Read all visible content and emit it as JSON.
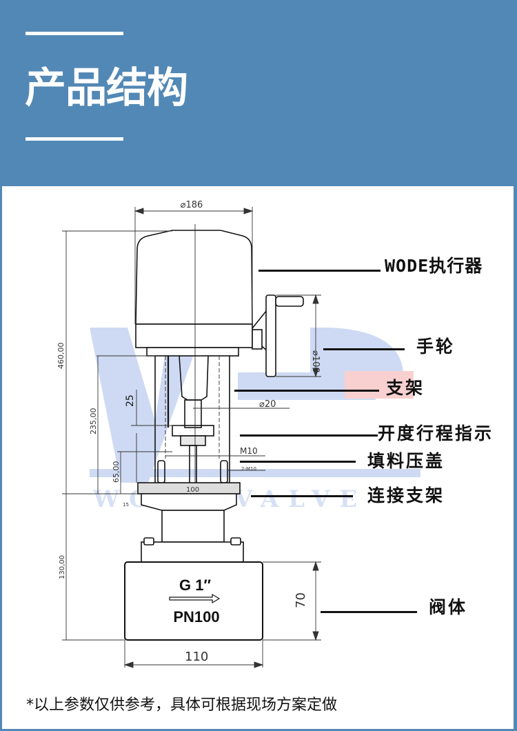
{
  "header": {
    "title": "产品结构",
    "background_color": "#5288b5"
  },
  "drawing": {
    "watermark": {
      "letters": "WD",
      "text": "WODE VALVE",
      "color": "#c9d6f2",
      "accent_color": "#f8cccc"
    },
    "dimensions": {
      "actuator_diameter": "⌀186",
      "handwheel_diameter": "⌀100",
      "stem_diameter": "⌀20",
      "total_height": "460,00",
      "bracket_height": "235,00",
      "stroke": "25",
      "lower_height": "65,00",
      "flange_thickness": "15",
      "thread": "M10",
      "bolts": "2-M10",
      "bolt_spacing": "100",
      "body_height_total": "130,00",
      "body_height": "70",
      "body_width": "110"
    },
    "valve_body": {
      "connection": "G 1″",
      "pressure": "PN100"
    }
  },
  "labels": [
    {
      "id": "actuator",
      "text": "WODE执行器"
    },
    {
      "id": "handwheel",
      "text": "手轮"
    },
    {
      "id": "bracket",
      "text": "支架"
    },
    {
      "id": "stroke-indicator",
      "text": "开度行程指示"
    },
    {
      "id": "packing-gland",
      "text": "填料压盖"
    },
    {
      "id": "connecting-bracket",
      "text": "连接支架"
    },
    {
      "id": "valve-body",
      "text": "阀体"
    }
  ],
  "footer": {
    "note": "*以上参数仅供参考，具体可根据现场方案定做"
  }
}
